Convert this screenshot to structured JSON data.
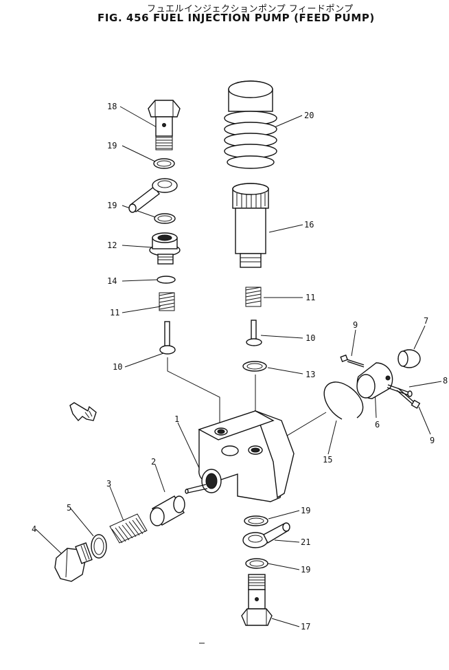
{
  "header": {
    "title_jp": "フュエルインジェクションポンプ フィードポンプ",
    "title_en": "FIG. 456  FUEL INJECTION PUMP (FEED PUMP)"
  },
  "callouts": [
    {
      "id": "c18",
      "text": "18"
    },
    {
      "id": "c19a",
      "text": "19"
    },
    {
      "id": "c19b",
      "text": "19"
    },
    {
      "id": "c12",
      "text": "12"
    },
    {
      "id": "c14",
      "text": "14"
    },
    {
      "id": "c11a",
      "text": "11"
    },
    {
      "id": "c10a",
      "text": "10"
    },
    {
      "id": "c20",
      "text": "20"
    },
    {
      "id": "c16",
      "text": "16"
    },
    {
      "id": "c11b",
      "text": "11"
    },
    {
      "id": "c10b",
      "text": "10"
    },
    {
      "id": "c13",
      "text": "13"
    },
    {
      "id": "c9a",
      "text": "9"
    },
    {
      "id": "c7",
      "text": "7"
    },
    {
      "id": "c8",
      "text": "8"
    },
    {
      "id": "c6",
      "text": "6"
    },
    {
      "id": "c9b",
      "text": "9"
    },
    {
      "id": "c15",
      "text": "15"
    },
    {
      "id": "c1",
      "text": "1"
    },
    {
      "id": "c2",
      "text": "2"
    },
    {
      "id": "c3",
      "text": "3"
    },
    {
      "id": "c5",
      "text": "5"
    },
    {
      "id": "c4",
      "text": "4"
    },
    {
      "id": "c19c",
      "text": "19"
    },
    {
      "id": "c21",
      "text": "21"
    },
    {
      "id": "c19d",
      "text": "19"
    },
    {
      "id": "c17",
      "text": "17"
    }
  ]
}
